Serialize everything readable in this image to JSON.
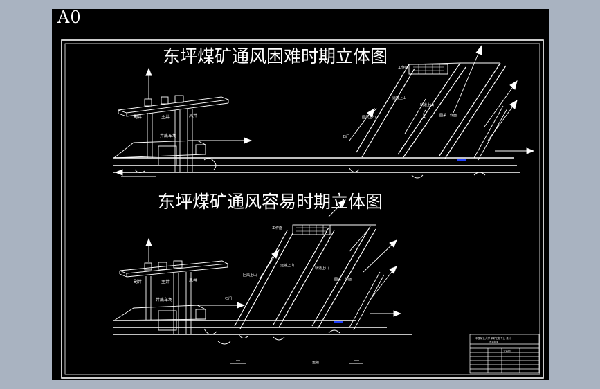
{
  "sheet": {
    "size_label": "A0",
    "background": "#000000",
    "frame_color": "#ffffff",
    "outer_background": "#a9b3c1"
  },
  "diagrams": [
    {
      "title": "东坪煤矿通风困难时期立体图"
    },
    {
      "title": "东坪煤矿通风容易时期立体图"
    }
  ],
  "line_colors": {
    "primary": "#ffffff",
    "accent": "#2040ff"
  }
}
